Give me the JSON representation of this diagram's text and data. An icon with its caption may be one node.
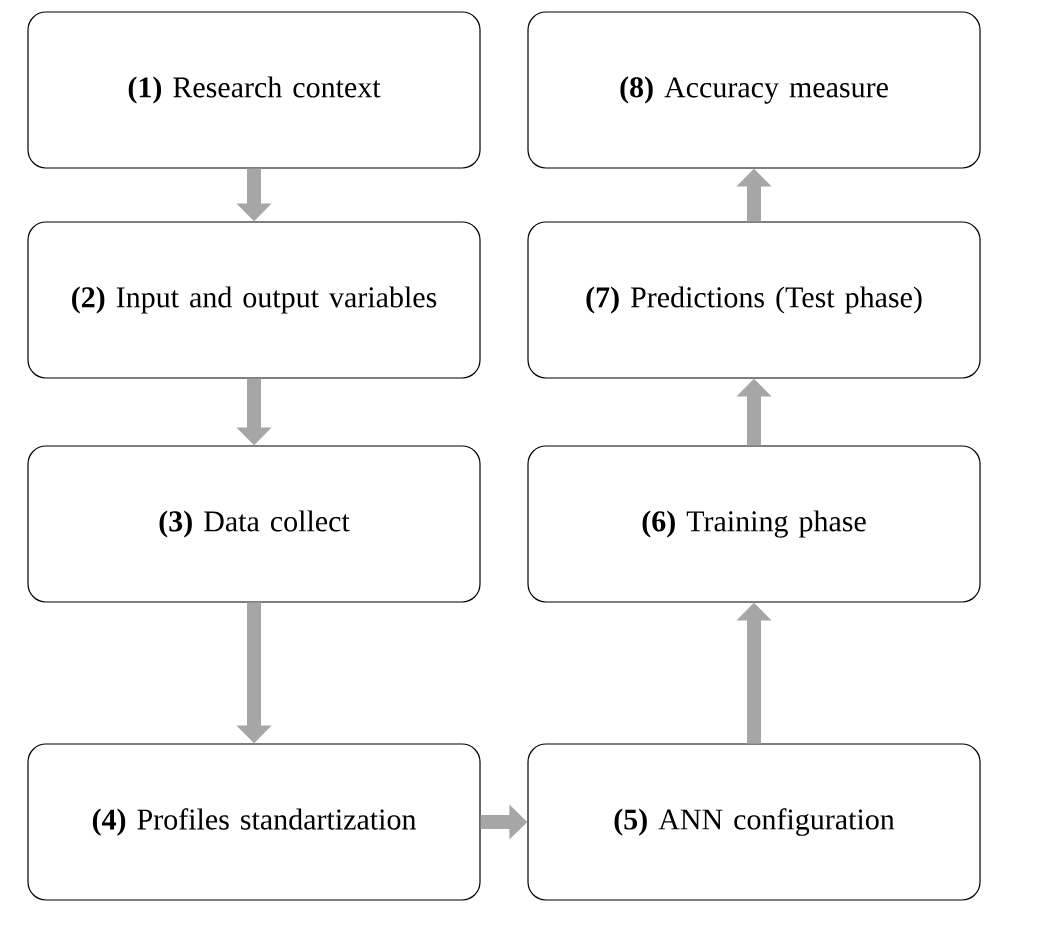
{
  "diagram": {
    "nodes": [
      {
        "text": [
          "**(1)** Research context"
        ]
      },
      {
        "text": [
          "**(2)** Input and output variables"
        ]
      },
      {
        "text": [
          "**(3)** Data collect"
        ]
      },
      {
        "text": [
          "**(4)** Profiles standartization"
        ]
      },
      {
        "text": [
          "**(5)** ANN configuration"
        ]
      },
      {
        "text": [
          "**(6)** Training  phase"
        ]
      },
      {
        "text": [
          "**(7)** Predictions (Test phase)"
        ]
      },
      {
        "text": [
          "**(8)** Accuracy measure"
        ]
      }
    ],
    "edges": [
      {
        "from": 0,
        "to": 1,
        "arrow": "to"
      },
      {
        "from": 1,
        "to": 2,
        "arrow": "to"
      },
      {
        "from": 2,
        "to": 3,
        "arrow": "to"
      },
      {
        "from": 3,
        "to": 4,
        "arrow": "to"
      },
      {
        "from": 4,
        "to": 5,
        "arrow": "to"
      },
      {
        "from": 5,
        "to": 6,
        "arrow": "to"
      },
      {
        "from": 6,
        "to": 7,
        "arrow": "to"
      }
    ]
  }
}
